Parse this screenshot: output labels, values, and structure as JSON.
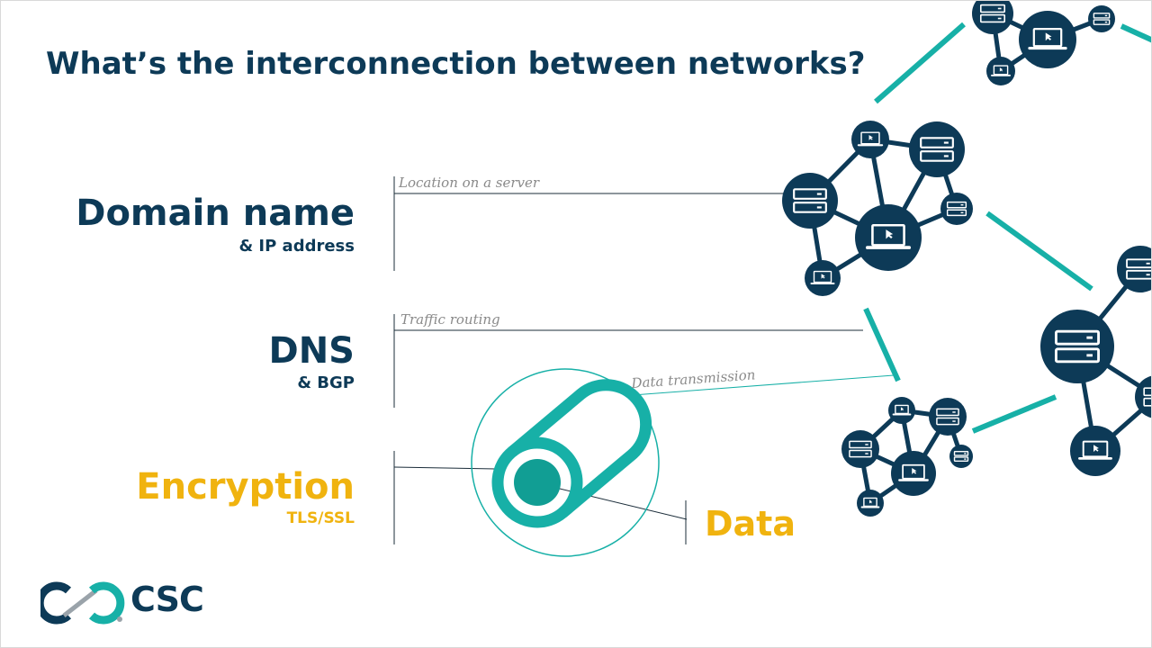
{
  "title": "What’s the interconnection between networks?",
  "layers": [
    {
      "name": "Domain name",
      "sub": "& IP address",
      "annotation": "Location on a server",
      "color": "#0d3a57"
    },
    {
      "name": "DNS",
      "sub": "& BGP",
      "annotation": "Traffic routing",
      "color": "#0d3a57"
    },
    {
      "name": "Encryption",
      "sub": "TLS/SSL",
      "annotation": "Data transmission",
      "color": "#f0b30f"
    }
  ],
  "data_label": "Data",
  "logo": {
    "text": "CSC"
  },
  "colors": {
    "navy": "#0d3a57",
    "teal": "#17b0a7",
    "gold": "#f0b30f",
    "gray_text": "#8a8a8a"
  },
  "icons": [
    "server-icon",
    "laptop-icon",
    "data-tunnel-icon",
    "csc-logo-icon"
  ]
}
